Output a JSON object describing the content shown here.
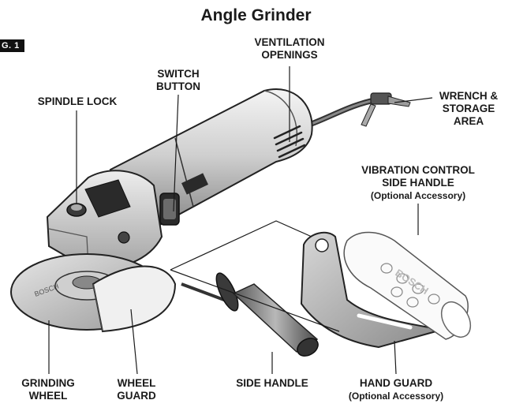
{
  "title": "Angle Grinder",
  "figure_tag": "G. 1",
  "labels": {
    "ventilation": [
      "VENTILATION",
      "OPENINGS"
    ],
    "switch": [
      "SWITCH",
      "BUTTON"
    ],
    "spindle": [
      "SPINDLE LOCK"
    ],
    "wrench": [
      "WRENCH &",
      "STORAGE",
      "AREA"
    ],
    "vibration": [
      "VIBRATION CONTROL",
      "SIDE HANDLE",
      "(Optional Accessory)"
    ],
    "grinding": [
      "GRINDING",
      "WHEEL"
    ],
    "wheel_guard": [
      "WHEEL",
      "GUARD"
    ],
    "side_handle": [
      "SIDE HANDLE"
    ],
    "hand_guard": [
      "HAND GUARD",
      "(Optional Accessory)"
    ]
  },
  "brand_marks": [
    "BOSCH"
  ]
}
